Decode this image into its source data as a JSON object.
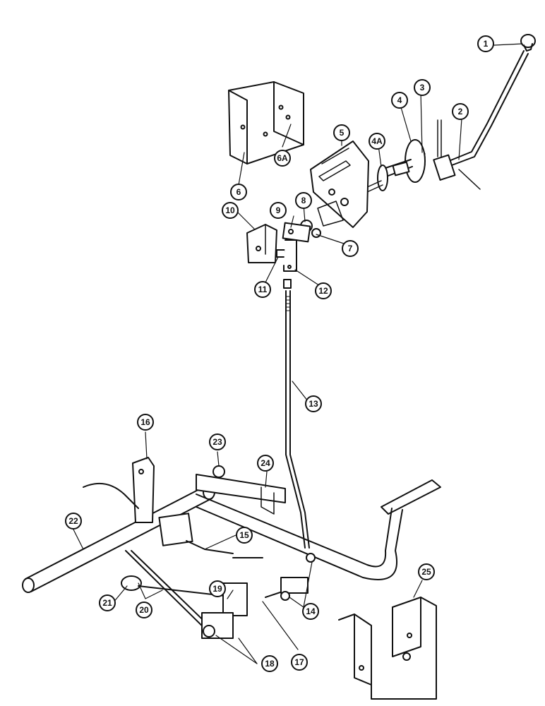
{
  "diagram": {
    "line_color": "#111111",
    "background": "#ffffff",
    "callouts": [
      {
        "id": "c1",
        "label": "1"
      },
      {
        "id": "c2",
        "label": "2"
      },
      {
        "id": "c3",
        "label": "3"
      },
      {
        "id": "c4",
        "label": "4"
      },
      {
        "id": "c4a",
        "label": "4A"
      },
      {
        "id": "c5",
        "label": "5"
      },
      {
        "id": "c6",
        "label": "6"
      },
      {
        "id": "c6a",
        "label": "6A"
      },
      {
        "id": "c7",
        "label": "7"
      },
      {
        "id": "c8",
        "label": "8"
      },
      {
        "id": "c9",
        "label": "9"
      },
      {
        "id": "c10",
        "label": "10"
      },
      {
        "id": "c11",
        "label": "11"
      },
      {
        "id": "c12",
        "label": "12"
      },
      {
        "id": "c13",
        "label": "13"
      },
      {
        "id": "c14",
        "label": "14"
      },
      {
        "id": "c15",
        "label": "15"
      },
      {
        "id": "c16",
        "label": "16"
      },
      {
        "id": "c17",
        "label": "17"
      },
      {
        "id": "c18",
        "label": "18"
      },
      {
        "id": "c19",
        "label": "19"
      },
      {
        "id": "c20",
        "label": "20"
      },
      {
        "id": "c21",
        "label": "21"
      },
      {
        "id": "c22",
        "label": "22"
      },
      {
        "id": "c23",
        "label": "23"
      },
      {
        "id": "c24",
        "label": "24"
      },
      {
        "id": "c25",
        "label": "25"
      }
    ]
  }
}
